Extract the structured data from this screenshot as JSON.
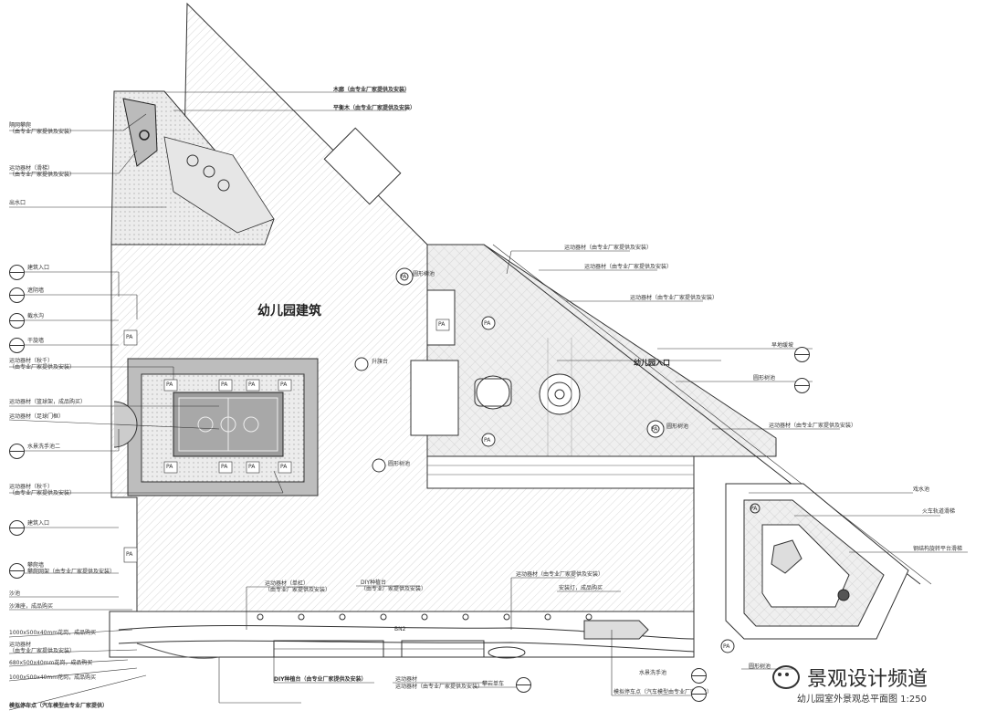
{
  "building_label": "幼儿园建筑",
  "entrance_label": "幼儿园入口",
  "plan_title": "幼儿园室外景观总平面图 1:250",
  "watermark": "景观设计频道",
  "road_label": "BN2",
  "left_labels": [
    {
      "lines": [
        "隔网攀爬",
        "（由专业厂家提供及安装）"
      ]
    },
    {
      "lines": [
        "运动器材（滑梯）",
        "（由专业厂家提供及安装）"
      ]
    },
    {
      "lines": [
        "出水口"
      ]
    },
    {
      "lines": [
        "建筑入口"
      ]
    },
    {
      "lines": [
        "遮阴墙"
      ]
    },
    {
      "lines": [
        "截水沟"
      ]
    },
    {
      "lines": [
        "干旋墙"
      ]
    },
    {
      "lines": [
        "运动器材（秋千）",
        "（由专业厂家提供及安装）"
      ]
    },
    {
      "lines": [
        "运动器材（篮球架，成品购买）"
      ]
    },
    {
      "lines": [
        "运动器材（足球门框）"
      ]
    },
    {
      "lines": [
        "水景洗手池二"
      ]
    },
    {
      "lines": [
        "运动器材（秋千）",
        "（由专业厂家提供及安装）"
      ]
    },
    {
      "lines": [
        "建筑入口"
      ]
    },
    {
      "lines": [
        "攀爬墙",
        "攀爬网架（由专业厂家提供及安装）"
      ]
    },
    {
      "lines": [
        "沙池"
      ]
    },
    {
      "lines": [
        "沙滩座，成品购买"
      ]
    },
    {
      "lines": [
        "1000x500x40mm花岗，成品购买"
      ]
    },
    {
      "lines": [
        "运动器材",
        "（由专业厂家提供及安装）"
      ]
    },
    {
      "lines": [
        "680x500x40mm花岗，成品购买"
      ]
    },
    {
      "lines": [
        "1000x500x40mm花岗，成品购买"
      ]
    },
    {
      "lines": [
        "模拟停车点（汽车模型由专业厂家提供）"
      ]
    }
  ],
  "top_labels": [
    {
      "text": "木廊（由专业厂家提供及安装）"
    },
    {
      "text": "平衡木（由专业厂家提供及安装）"
    }
  ],
  "right_labels": [
    {
      "lines": [
        "运动器材（由专业厂家提供及安装）"
      ]
    },
    {
      "lines": [
        "运动器材（由专业厂家提供及安装）"
      ]
    },
    {
      "lines": [
        "运动器材（由专业厂家提供及安装）"
      ]
    },
    {
      "lines": [
        "早地缓坡"
      ]
    },
    {
      "lines": [
        "圆形树池"
      ]
    },
    {
      "lines": [
        "运动器材（由专业厂家提供及安装）"
      ]
    },
    {
      "lines": [
        "戏水池"
      ]
    },
    {
      "lines": [
        "火车轨道滑梯"
      ]
    },
    {
      "lines": [
        "钢结构旋转平台滑梯"
      ]
    },
    {
      "lines": [
        "圆形树池"
      ]
    }
  ],
  "center_labels": [
    {
      "text": "升旗台"
    },
    {
      "text": "圆形树池"
    },
    {
      "text": "圆形树池"
    },
    {
      "text": "圆形树池"
    }
  ],
  "bottom_labels": [
    {
      "lines": [
        "运动器材（单杠）",
        "（由专业厂家提供及安装）"
      ]
    },
    {
      "lines": [
        "DIY种植台",
        "（由专业厂家提供及安装）"
      ]
    },
    {
      "lines": [
        "运动器材（由专业厂家提供及安装）"
      ]
    },
    {
      "lines": [
        "安装灯，成品购买"
      ]
    },
    {
      "lines": [
        "DIY种植台（由专业厂家提供及安装）"
      ]
    },
    {
      "lines": [
        "运动器材",
        "（由专业厂家提供及安装）"
      ]
    },
    {
      "lines": [
        "运动器材（由专业厂家提供及安装）"
      ]
    },
    {
      "lines": [
        "攀岩单车"
      ]
    },
    {
      "lines": [
        "模拟停车点（汽车模型由专业厂家提供）"
      ]
    },
    {
      "lines": [
        "水景洗手池"
      ]
    }
  ],
  "pa_marks": [
    "PA",
    "PA",
    "PA",
    "PA",
    "PA",
    "PA",
    "PA",
    "PA",
    "PA",
    "PA",
    "PA",
    "PA",
    "PA",
    "PA",
    "PA",
    "PA",
    "PA"
  ]
}
